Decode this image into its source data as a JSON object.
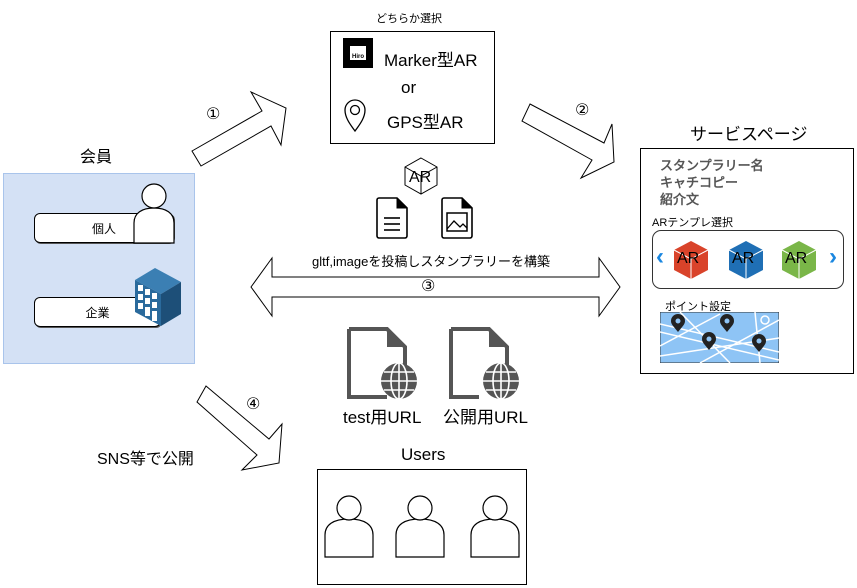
{
  "choice": {
    "caption": "どちらか選択",
    "marker_label": "Marker型AR",
    "marker_icon_text": "Hiro",
    "or_label": "or",
    "gps_label": "GPS型AR"
  },
  "members": {
    "title": "会員",
    "individual_label": "個人",
    "company_label": "企業"
  },
  "steps": {
    "step1": "①",
    "step2": "②",
    "step3": "③",
    "step4": "④"
  },
  "service_page": {
    "title": "サービスページ",
    "fields": [
      "スタンプラリー名",
      "キャチコピー",
      "紹介文"
    ],
    "template_label": "ARテンプレ選択",
    "templates": [
      {
        "label": "AR",
        "color": "#d9432a"
      },
      {
        "label": "AR",
        "color": "#1f6fb5"
      },
      {
        "label": "AR",
        "color": "#7ab648"
      }
    ],
    "prev_icon": "‹",
    "next_icon": "›",
    "point_label": "ポイント設定"
  },
  "build": {
    "ar_icon_text": "AR",
    "caption": "gltf,imageを投稿しスタンプラリーを構築"
  },
  "urls": {
    "test_label": "test用URL",
    "public_label": "公開用URL"
  },
  "publish": {
    "label": "SNS等で公開"
  },
  "users": {
    "title": "Users"
  },
  "colors": {
    "member_bg": "#d4e1f5",
    "member_border": "#a9c4eb",
    "accent_blue": "#1a87e0",
    "map_bg": "#8ec4f5",
    "building": "#2a6a9c"
  }
}
